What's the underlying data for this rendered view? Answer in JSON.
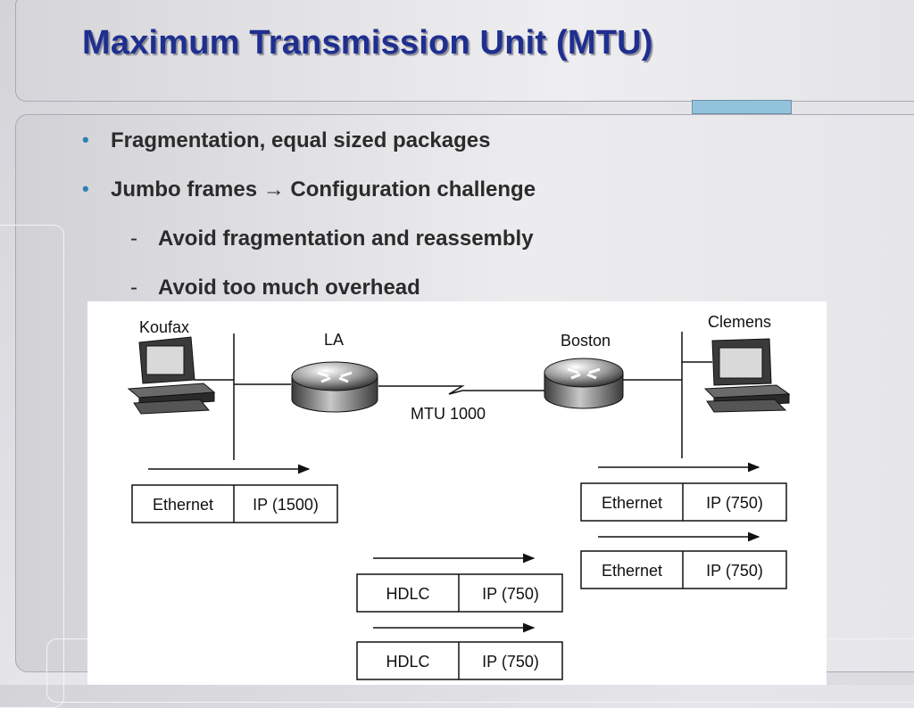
{
  "slide": {
    "title": "Maximum Transmission Unit (MTU)",
    "bullets": [
      {
        "level": 1,
        "marker": "•",
        "text": "Fragmentation, equal sized packages"
      },
      {
        "level": 1,
        "marker": "•",
        "text": "Jumbo frames → Configuration challenge"
      },
      {
        "level": 2,
        "marker": "-",
        "text": "Avoid fragmentation and reassembly"
      },
      {
        "level": 2,
        "marker": "-",
        "text": "Avoid too much overhead"
      }
    ]
  },
  "diagram": {
    "hosts": {
      "left": "Koufax",
      "right": "Clemens"
    },
    "routers": {
      "left": "LA",
      "right": "Boston"
    },
    "link_label": "MTU 1000",
    "frames": {
      "koufax": {
        "l2": "Ethernet",
        "payload": "IP (1500)"
      },
      "hdlc_1": {
        "l2": "HDLC",
        "payload": "IP (750)"
      },
      "hdlc_2": {
        "l2": "HDLC",
        "payload": "IP (750)"
      },
      "clemens_1": {
        "l2": "Ethernet",
        "payload": "IP (750)"
      },
      "clemens_2": {
        "l2": "Ethernet",
        "payload": "IP (750)"
      }
    },
    "icons": {
      "host": "computer-icon",
      "router": "router-icon"
    }
  },
  "colors": {
    "title": "#1f2f8f",
    "bullet_marker": "#2f7fb5",
    "accent_bar": "#92c3dc"
  }
}
